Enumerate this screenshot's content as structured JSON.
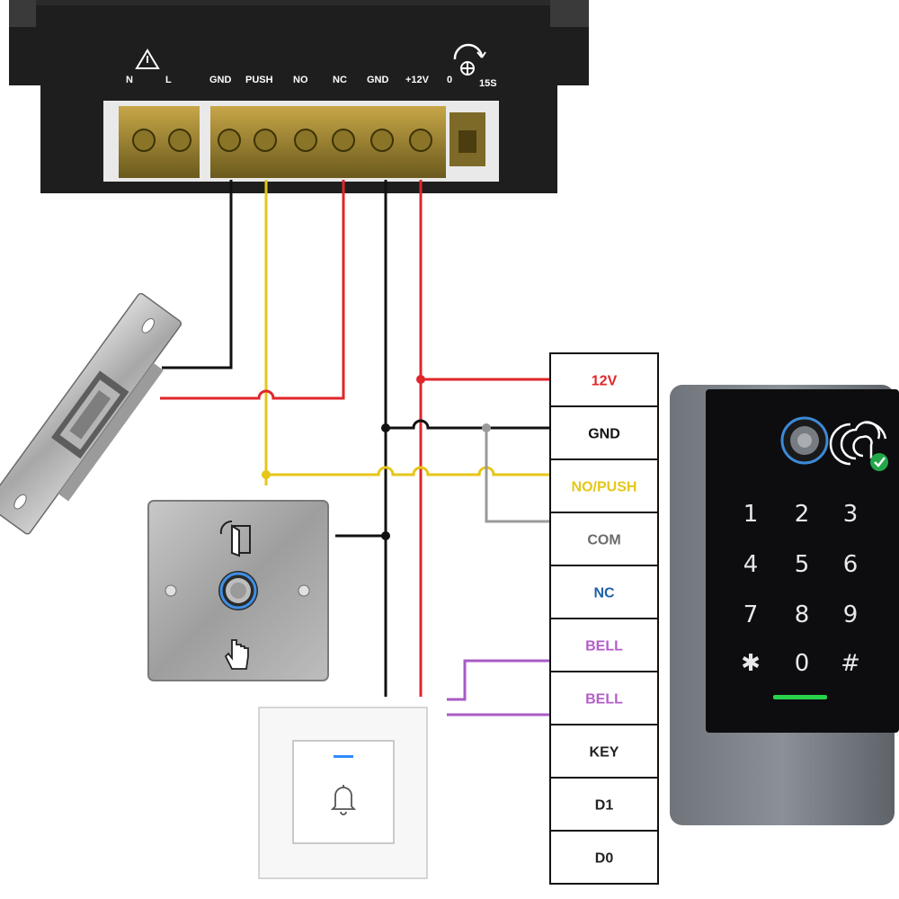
{
  "power_supply": {
    "ac_terminals": [
      "N",
      "L"
    ],
    "dc_terminals": [
      "GND",
      "PUSH",
      "NO",
      "NC",
      "GND",
      "+12V"
    ],
    "delay_min": "0",
    "delay_max": "15S"
  },
  "pins": [
    {
      "label": "12V",
      "color": "#e0262a"
    },
    {
      "label": "GND",
      "color": "#111111"
    },
    {
      "label": "NO/PUSH",
      "color": "#e6c619"
    },
    {
      "label": "COM",
      "color": "#6b6b6b"
    },
    {
      "label": "NC",
      "color": "#1f5fa8"
    },
    {
      "label": "BELL",
      "color": "#b35ec9"
    },
    {
      "label": "BELL",
      "color": "#b35ec9"
    },
    {
      "label": "KEY",
      "color": "#222222"
    },
    {
      "label": "D1",
      "color": "#222222"
    },
    {
      "label": "D0",
      "color": "#222222"
    }
  ],
  "keypad": [
    "1",
    "2",
    "3",
    "4",
    "5",
    "6",
    "7",
    "8",
    "9",
    "✱",
    "0",
    "#"
  ],
  "colors": {
    "wire_red": "#e0262a",
    "wire_black": "#111111",
    "wire_yellow": "#e6c619",
    "wire_gray": "#9a9a9a",
    "wire_purple": "#a85bc4"
  },
  "icons": {
    "supply_warning": "warning-triangle-icon",
    "supply_delay": "delay-dial-icon",
    "exit_door": "exit-door-icon",
    "press_hand": "hand-press-icon",
    "bell": "bell-icon",
    "fingerprint": "fingerprint-icon",
    "check": "check-icon"
  }
}
